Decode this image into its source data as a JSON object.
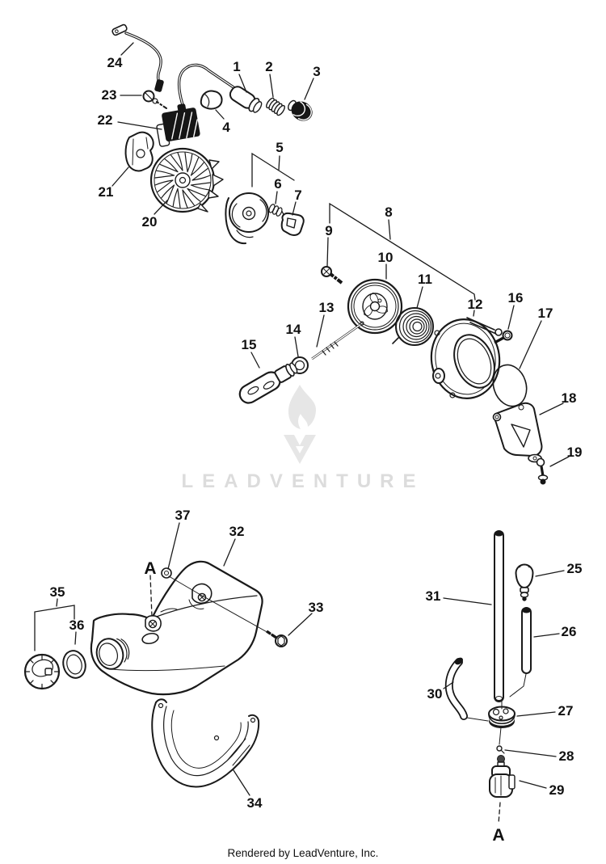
{
  "watermark": {
    "brand": "LEADVENTURE",
    "color": "#dcdcdc"
  },
  "footer": {
    "credit": "Rendered by LeadVenture, Inc."
  },
  "callouts": {
    "n1": "1",
    "n2": "2",
    "n3": "3",
    "n4": "4",
    "n5": "5",
    "n6": "6",
    "n7": "7",
    "n8": "8",
    "n9": "9",
    "n10": "10",
    "n11": "11",
    "n12": "12",
    "n13": "13",
    "n14": "14",
    "n15": "15",
    "n16": "16",
    "n17": "17",
    "n18": "18",
    "n19": "19",
    "n20": "20",
    "n21": "21",
    "n22": "22",
    "n23": "23",
    "n24": "24",
    "n25": "25",
    "n26": "26",
    "n27": "27",
    "n28": "28",
    "n29": "29",
    "n30": "30",
    "n31": "31",
    "n32": "32",
    "n33": "33",
    "n34": "34",
    "n35": "35",
    "n36": "36",
    "n37": "37",
    "a_tank": "A",
    "a_filter": "A"
  }
}
